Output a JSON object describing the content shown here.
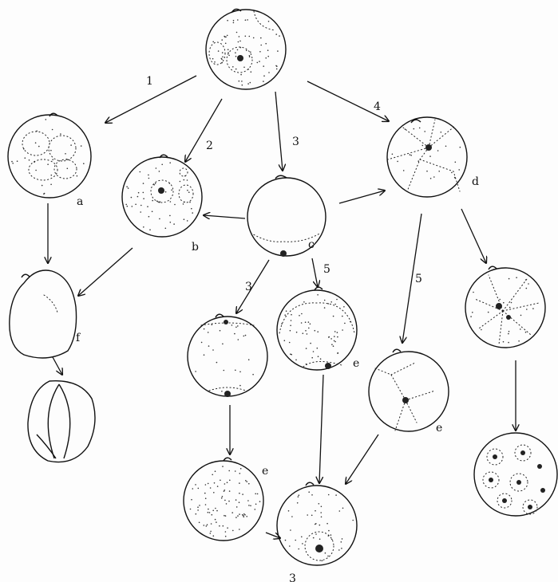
{
  "pathway_labels": {
    "p1": "1",
    "p2": "2",
    "p3": "3",
    "p4": "4",
    "p5a": "5",
    "p3b": "3",
    "p5b": "5"
  },
  "cell_labels": {
    "a": "a",
    "b": "b",
    "c": "c",
    "d": "d",
    "e1": "e",
    "e2": "e",
    "e3": "e",
    "f": "f",
    "bottom3": "3"
  }
}
